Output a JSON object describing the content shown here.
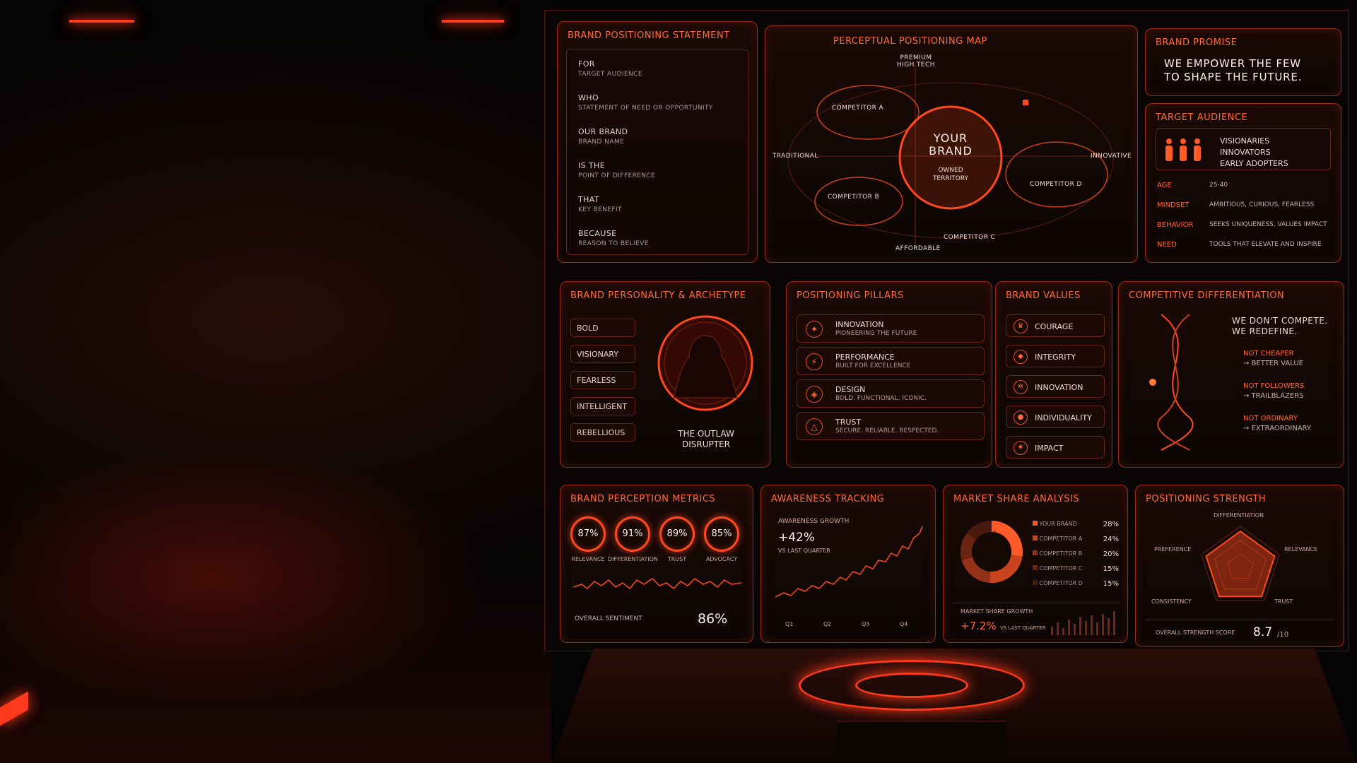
{
  "colors": {
    "accent": "#ff4a20",
    "panel_border": "#9b2b14",
    "background": "#050303"
  },
  "positioning_statement": {
    "title": "BRAND POSITIONING STATEMENT",
    "rows": [
      {
        "label": "FOR",
        "sub": "TARGET AUDIENCE"
      },
      {
        "label": "WHO",
        "sub": "STATEMENT OF NEED OR OPPORTUNITY"
      },
      {
        "label": "OUR BRAND",
        "sub": "BRAND NAME"
      },
      {
        "label": "IS THE",
        "sub": "POINT OF DIFFERENCE"
      },
      {
        "label": "THAT",
        "sub": "KEY BENEFIT"
      },
      {
        "label": "BECAUSE",
        "sub": "REASON TO BELIEVE"
      }
    ]
  },
  "map": {
    "title": "PERCEPTUAL POSITIONING MAP",
    "axis_top": "PREMIUM\nHIGH TECH",
    "axis_bottom": "AFFORDABLE",
    "axis_left": "TRADITIONAL",
    "axis_right": "INNOVATIVE",
    "brand": "YOUR\nBRAND",
    "brand_sub": "OWNED\nTERRITORY",
    "competitors": [
      "COMPETITOR A",
      "COMPETITOR B",
      "COMPETITOR C",
      "COMPETITOR D"
    ]
  },
  "brand_promise": {
    "title": "BRAND PROMISE",
    "text": "WE EMPOWER THE FEW\nTO SHAPE THE FUTURE."
  },
  "target_audience": {
    "title": "TARGET AUDIENCE",
    "segments": [
      "VISIONARIES",
      "INNOVATORS",
      "EARLY ADOPTERS"
    ],
    "rows": [
      {
        "key": "AGE",
        "value": "25-40"
      },
      {
        "key": "MINDSET",
        "value": "AMBITIOUS, CURIOUS, FEARLESS"
      },
      {
        "key": "BEHAVIOR",
        "value": "SEEKS UNIQUENESS, VALUES IMPACT"
      },
      {
        "key": "NEED",
        "value": "TOOLS THAT ELEVATE AND INSPIRE"
      }
    ]
  },
  "personality": {
    "title": "BRAND PERSONALITY & ARCHETYPE",
    "traits": [
      "BOLD",
      "VISIONARY",
      "FEARLESS",
      "INTELLIGENT",
      "REBELLIOUS"
    ],
    "archetype": "THE OUTLAW\nDISRUPTER"
  },
  "pillars": {
    "title": "POSITIONING PILLARS",
    "items": [
      {
        "name": "INNOVATION",
        "sub": "PIONEERING THE FUTURE",
        "icon": "rocket-icon"
      },
      {
        "name": "PERFORMANCE",
        "sub": "BUILT FOR EXCELLENCE",
        "icon": "bolt-icon"
      },
      {
        "name": "DESIGN",
        "sub": "BOLD. FUNCTIONAL. ICONIC.",
        "icon": "design-icon"
      },
      {
        "name": "TRUST",
        "sub": "SECURE. RELIABLE. RESPECTED.",
        "icon": "triangle-icon"
      }
    ]
  },
  "values": {
    "title": "BRAND VALUES",
    "items": [
      {
        "name": "COURAGE",
        "icon": "lion-icon"
      },
      {
        "name": "INTEGRITY",
        "icon": "shield-icon"
      },
      {
        "name": "INNOVATION",
        "icon": "gear-icon"
      },
      {
        "name": "INDIVIDUALITY",
        "icon": "person-icon"
      },
      {
        "name": "IMPACT",
        "icon": "star-icon"
      }
    ]
  },
  "differentiation": {
    "title": "COMPETITIVE DIFFERENTIATION",
    "headline": "WE DON'T COMPETE.\nWE REDEFINE.",
    "items": [
      {
        "not": "NOT CHEAPER",
        "but": "→ BETTER VALUE"
      },
      {
        "not": "NOT FOLLOWERS",
        "but": "→ TRAILBLAZERS"
      },
      {
        "not": "NOT ORDINARY",
        "but": "→ EXTRAORDINARY"
      }
    ]
  },
  "perception": {
    "title": "BRAND PERCEPTION METRICS",
    "metrics": [
      {
        "label": "RELEVANCE",
        "value": "87%"
      },
      {
        "label": "DIFFERENTIATION",
        "value": "91%"
      },
      {
        "label": "TRUST",
        "value": "89%"
      },
      {
        "label": "ADVOCACY",
        "value": "85%"
      }
    ],
    "sentiment_label": "OVERALL SENTIMENT",
    "sentiment_value": "86%"
  },
  "awareness": {
    "title": "AWARENESS TRACKING",
    "label": "AWARENESS GROWTH",
    "value": "+42%",
    "sub": "VS LAST QUARTER",
    "quarters": [
      "Q1",
      "Q2",
      "Q3",
      "Q4"
    ]
  },
  "market_share": {
    "title": "MARKET SHARE ANALYSIS",
    "legend": [
      {
        "name": "YOUR BRAND",
        "value": "28%",
        "share": 28,
        "color": "#ff5a2a"
      },
      {
        "name": "COMPETITOR A",
        "value": "24%",
        "share": 24,
        "color": "#c8441e"
      },
      {
        "name": "COMPETITOR B",
        "value": "20%",
        "share": 20,
        "color": "#933218"
      },
      {
        "name": "COMPETITOR C",
        "value": "15%",
        "share": 15,
        "color": "#6a2412"
      },
      {
        "name": "COMPETITOR D",
        "value": "15%",
        "share": 15,
        "color": "#4a1a0e"
      }
    ],
    "growth_label": "MARKET SHARE GROWTH",
    "growth_value": "+7.2%",
    "growth_sub": "VS LAST QUARTER"
  },
  "strength": {
    "title": "POSITIONING STRENGTH",
    "axes": [
      "DIFFERENTIATION",
      "RELEVANCE",
      "TRUST",
      "CONSISTENCY",
      "PREFERENCE"
    ],
    "score_label": "OVERALL STRENGTH SCORE",
    "score": "8.7",
    "score_max": "/10"
  }
}
